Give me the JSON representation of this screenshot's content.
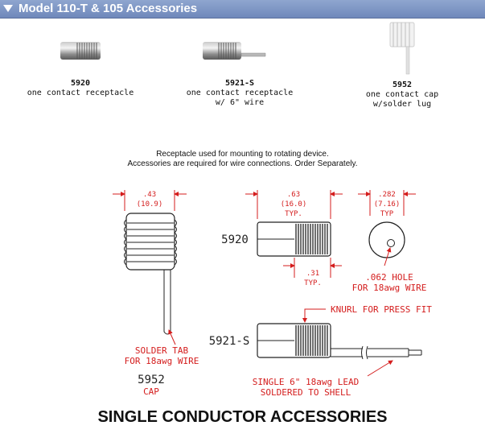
{
  "header": {
    "title": "Model 110-T & 105 Accessories"
  },
  "products": [
    {
      "part": "5920",
      "line1": "one contact receptacle",
      "line2": ""
    },
    {
      "part": "5921-S",
      "line1": "one contact receptacle",
      "line2": "w/ 6\" wire"
    },
    {
      "part": "5952",
      "line1": "one contact cap",
      "line2": "w/solder lug"
    }
  ],
  "intro": {
    "line1": "Receptacle used for mounting to rotating device.",
    "line2": "Accessories are required for wire connections.  Order Separately."
  },
  "drawing": {
    "cap_dim": ".43",
    "cap_dim_mm": "(10.9)",
    "rec_dim": ".63",
    "rec_dim_mm": "(16.0)",
    "rec_dim_typ": "TYP.",
    "end_dim": ".282",
    "end_dim_mm": "(7.16)",
    "end_dim_typ": "TYP",
    "half_dim": ".31",
    "half_dim_typ": "TYP.",
    "hole_line1": ".062 HOLE",
    "hole_line2": "FOR 18awg WIRE",
    "knurl": "KNURL FOR PRESS FIT",
    "solder_line1": "SOLDER TAB",
    "solder_line2": "FOR 18awg WIRE",
    "lead_line1": "SINGLE 6\" 18awg LEAD",
    "lead_line2": "SOLDERED TO SHELL",
    "part_5920": "5920",
    "part_5921": "5921-S",
    "part_5952": "5952",
    "cap_label": "CAP"
  },
  "footer": {
    "title": "SINGLE CONDUCTOR ACCESSORIES"
  }
}
